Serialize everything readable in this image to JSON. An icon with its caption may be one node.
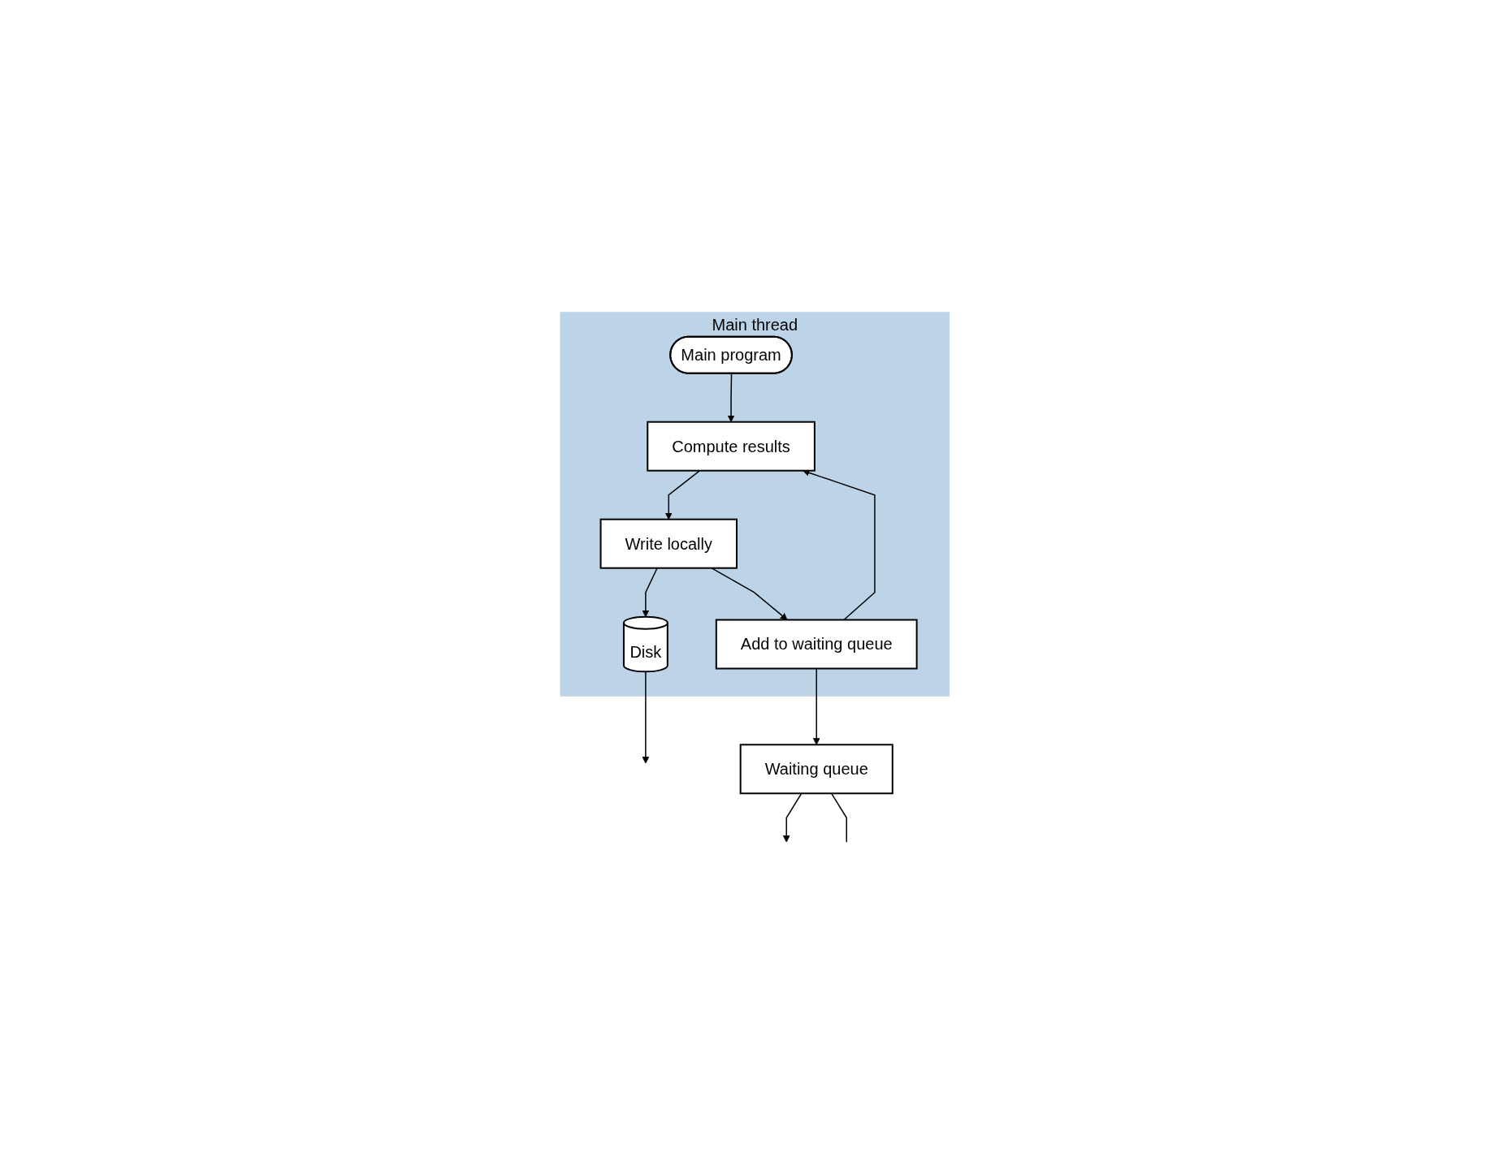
{
  "diagram": {
    "nodes": [
      {
        "text": [
          "Main thread"
        ]
      },
      {
        "text": [
          "Main program"
        ],
        "in": 0
      },
      {
        "text": [
          "Compute results"
        ],
        "in": 0
      },
      {
        "text": [
          "Write locally"
        ],
        "in": 0
      },
      {
        "text": [
          "Add to waiting queue"
        ],
        "in": 0
      },
      {
        "text": [
          "Disk"
        ],
        "in": 0
      },
      {
        "text": [
          "Waiting queue"
        ]
      }
    ],
    "edges": [
      {
        "from": 1,
        "to": 2,
        "arrow": "to"
      },
      {
        "from": 2,
        "to": 3,
        "arrow": "to"
      },
      {
        "from": 3,
        "to": 5,
        "arrow": "to"
      },
      {
        "from": 3,
        "to": 4,
        "arrow": "to"
      },
      {
        "from": 4,
        "to": 2,
        "arrow": "to"
      },
      {
        "from": 4,
        "to": 6,
        "arrow": "to"
      },
      {
        "from": 5,
        "to": null,
        "arrow": "to"
      },
      {
        "from": 6,
        "to": null,
        "arrow": "to"
      },
      {
        "from": 6,
        "to": null,
        "arrow": "none"
      }
    ]
  }
}
